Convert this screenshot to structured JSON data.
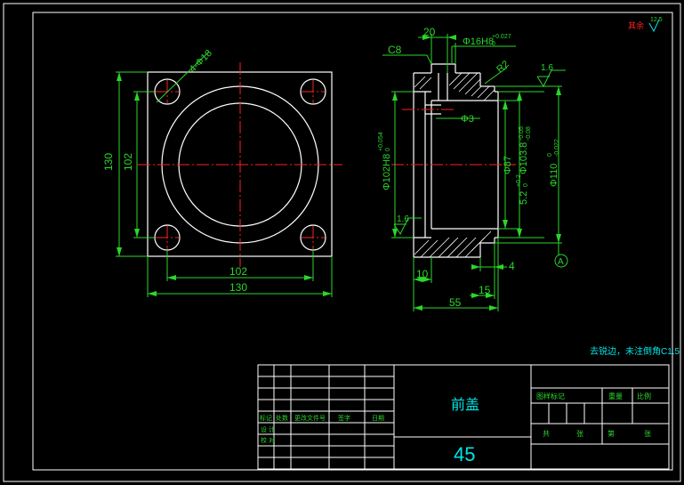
{
  "title_block": {
    "part_name": "前盖",
    "material": "45",
    "header_cells": [
      "标记",
      "处数",
      "更改文件号",
      "签字",
      "日期"
    ],
    "row_design": "设 计",
    "row_review": "校 对",
    "stage_header": [
      "图样标记",
      "重量",
      "比例"
    ],
    "sheet_row": [
      "共",
      "张",
      "第",
      "张"
    ]
  },
  "notes": {
    "tech_requirement": "去锐边，未注倒角C1.5",
    "roughness_label": "其余",
    "roughness_value": "12.5"
  },
  "front_view": {
    "hole_callout": "4-Φ18",
    "dim_130_h": "130",
    "dim_102_h": "102",
    "dim_130_v": "130",
    "dim_102_v": "102"
  },
  "section_view": {
    "dim_20": "20",
    "dim_c8": "C8",
    "dim_bore16": "Φ16H8",
    "tol_bore16_upper": "+0.027",
    "tol_bore16_lower": "0",
    "dim_r2": "R2",
    "rough_1": "1.6",
    "rough_2": "1.6",
    "dim_phi3": "Φ3",
    "dim_phi102": "Φ102H8",
    "tol_phi102_upper": "+0.054",
    "tol_phi102_lower": "0",
    "dim_phi87": "Φ87",
    "dim_phi103": "Φ103.8",
    "tol_phi103_upper": "-0.05",
    "tol_phi103_lower": "-0.08",
    "dim_5_2": "5.2",
    "tol_5_2_upper": "+0.2",
    "tol_5_2_lower": "0",
    "dim_phi110": "Φ110",
    "tol_phi110_upper": "0",
    "tol_phi110_lower": "-0.022",
    "dim_10": "10",
    "dim_4": "4",
    "dim_15": "15",
    "dim_55": "55",
    "datum": "A"
  }
}
